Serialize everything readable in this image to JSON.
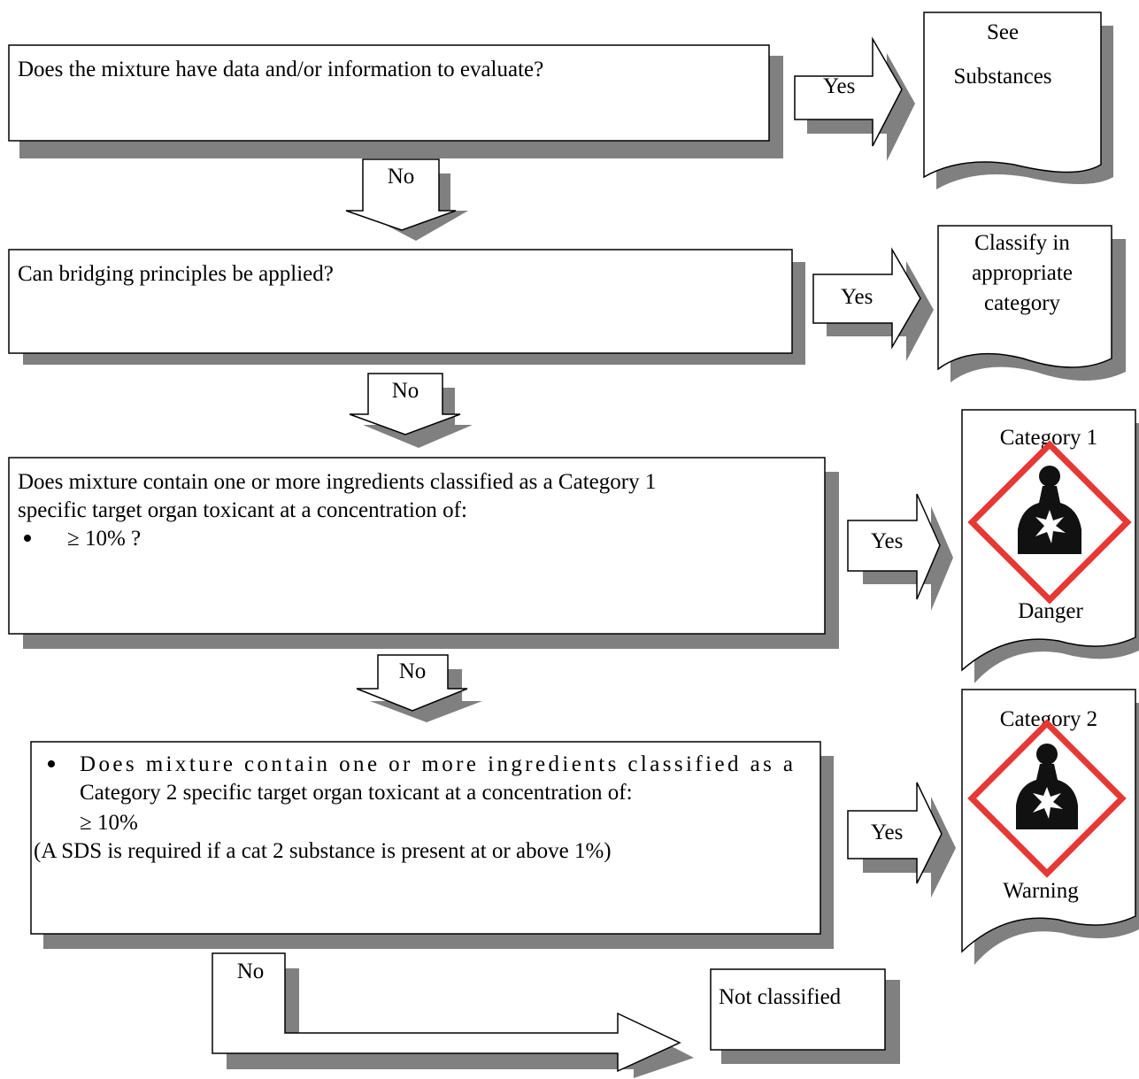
{
  "questions": {
    "q1": "Does the mixture have data and/or information to evaluate?",
    "q2": "Can bridging principles be applied?",
    "q3": {
      "line1": "Does mixture contain one or more ingredients classified as a Category 1",
      "line2": "specific target organ toxicant at a concentration of:",
      "bullet": "≥ 10% ?"
    },
    "q4": {
      "line1": "Does mixture contain one or more ingredients classified as a",
      "line2": "Category 2 specific target organ toxicant at a concentration of:",
      "line3": "≥ 10%",
      "note": "(A SDS is required if a cat 2 substance is present at or above 1%)"
    }
  },
  "arrows": {
    "yes": "Yes",
    "no": "No"
  },
  "outcomes": {
    "substances": {
      "line1": "See",
      "line2": "Substances"
    },
    "classify": {
      "line1": "Classify in",
      "line2": "appropriate",
      "line3": "category"
    },
    "cat1": {
      "title": "Category 1",
      "signal": "Danger",
      "icon": "health-hazard-pictogram"
    },
    "cat2": {
      "title": "Category 2",
      "signal": "Warning",
      "icon": "health-hazard-pictogram"
    },
    "not_classified": "Not classified"
  },
  "colors": {
    "pictogram_border": "#e53935",
    "shadow": "#808080"
  }
}
